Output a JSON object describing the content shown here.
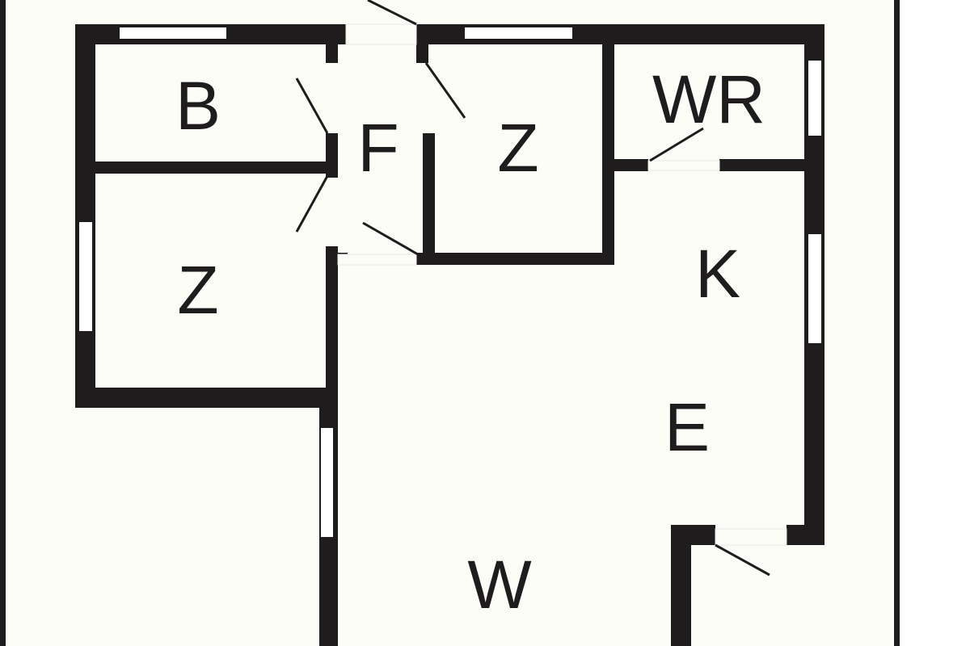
{
  "floorplan": {
    "rooms": {
      "b": "B",
      "f": "F",
      "z_top": "Z",
      "wr": "WR",
      "z_left": "Z",
      "k": "K",
      "e": "E",
      "w": "W"
    },
    "colors": {
      "wall": "#1e1c1d",
      "floor": "#fdfdf8",
      "outside": "#ffffff"
    }
  }
}
